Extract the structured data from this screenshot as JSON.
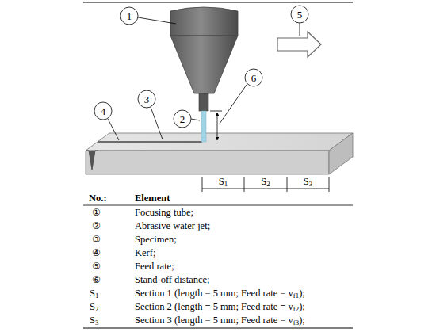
{
  "diagram": {
    "labels": [
      "1",
      "2",
      "3",
      "4",
      "5",
      "6",
      "S1",
      "S2",
      "S3",
      "No.:",
      "Element",
      "①",
      "Focusing tube;",
      "②",
      "Abrasive water jet;",
      "③",
      "Specimen;",
      "④",
      "Kerf;",
      "⑤",
      "Feed rate;",
      "⑥",
      "Stand-off distance;",
      "S1",
      "Section 1 (length = 5 mm; Feed rate = vf1);",
      "S2",
      "Section 2 (length = 5 mm; Feed rate = vf2);",
      "S3",
      "Section 3 (length = 5 mm; Feed rate = vf3);"
    ]
  }
}
